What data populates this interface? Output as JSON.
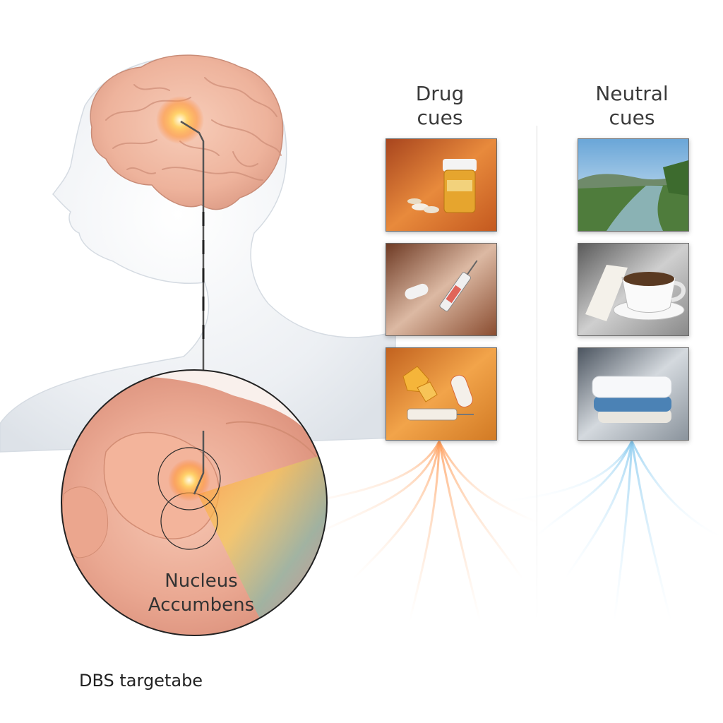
{
  "columns": {
    "drug": {
      "line1": "Drug",
      "line2": "cues"
    },
    "neutral": {
      "line1": "Neutral",
      "line2": "cues"
    }
  },
  "tiles": {
    "drug": [
      "pill-bottle-and-pills-photo",
      "syringe-and-capsule-photo",
      "crystals-and-syringe-photo"
    ],
    "neutral": [
      "river-landscape-photo",
      "coffee-cup-photo",
      "folded-towels-photo"
    ]
  },
  "zoom_label": {
    "line1": "Nucleus",
    "line2": "Accumbens"
  },
  "footer_label": "DBS targetabe",
  "colors": {
    "drug_accent": "#e8792f",
    "neutral_accent": "#7fc3e8",
    "brain": "#f0b9a5",
    "stimulation_glow": "#ffb347"
  }
}
